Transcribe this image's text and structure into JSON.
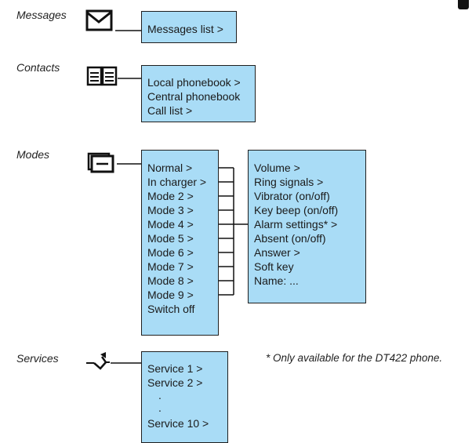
{
  "sections": {
    "messages": {
      "label": "Messages",
      "icon": "envelope-icon",
      "items": [
        "Messages list >"
      ]
    },
    "contacts": {
      "label": "Contacts",
      "icon": "phonebook-icon",
      "items": [
        "Local phonebook >",
        "Central phonebook",
        "Call list >"
      ]
    },
    "modes": {
      "label": "Modes",
      "icon": "modes-icon",
      "items": [
        "Normal >",
        "In charger >",
        "Mode 2 >",
        "Mode 3 >",
        "Mode 4 >",
        "Mode 5 >",
        "Mode 6 >",
        "Mode 7 >",
        "Mode 8 >",
        "Mode 9 >",
        "Switch off"
      ],
      "submenu": [
        "Volume >",
        "Ring signals >",
        "Vibrator (on/off)",
        "Key beep (on/off)",
        "Alarm settings* >",
        "Absent (on/off)",
        "Answer >",
        "Soft key",
        "Name: ..."
      ]
    },
    "services": {
      "label": "Services",
      "icon": "services-icon",
      "items": [
        "Service 1 >",
        "Service 2 >",
        ".",
        ".",
        "Service 10 >"
      ]
    }
  },
  "footnote": "* Only available for the DT422 phone.",
  "colors": {
    "box_fill": "#a9dcf6",
    "box_border": "#1f1f1f"
  }
}
